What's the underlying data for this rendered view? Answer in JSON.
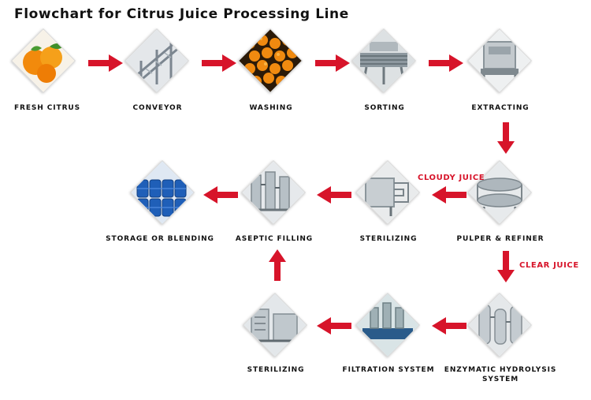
{
  "title": "Flowchart for Citrus Juice Processing Line",
  "accent_color": "#d7142a",
  "steps": [
    {
      "label": "FRESH CITRUS",
      "icon": "citrus-fruit-icon"
    },
    {
      "label": "CONVEYOR",
      "icon": "conveyor-icon"
    },
    {
      "label": "WASHING",
      "icon": "washing-icon"
    },
    {
      "label": "SORTING",
      "icon": "sorting-icon"
    },
    {
      "label": "EXTRACTING",
      "icon": "extractor-icon"
    },
    {
      "label": "PULPER & REFINER",
      "icon": "pulper-icon"
    },
    {
      "label": "STERILIZING",
      "icon": "sterilizer-icon"
    },
    {
      "label": "ASEPTIC FILLING",
      "icon": "filling-icon"
    },
    {
      "label": "STORAGE OR BLENDING",
      "icon": "barrels-icon"
    },
    {
      "label": "ENZYMATIC HYDROLYSIS SYSTEM",
      "icon": "hydrolysis-icon"
    },
    {
      "label": "FILTRATION SYSTEM",
      "icon": "filtration-icon"
    },
    {
      "label": "STERILIZING",
      "icon": "sterilizer-icon"
    }
  ],
  "branch_labels": {
    "cloudy": "CLOUDY JUICE",
    "clear": "CLEAR JUICE"
  }
}
